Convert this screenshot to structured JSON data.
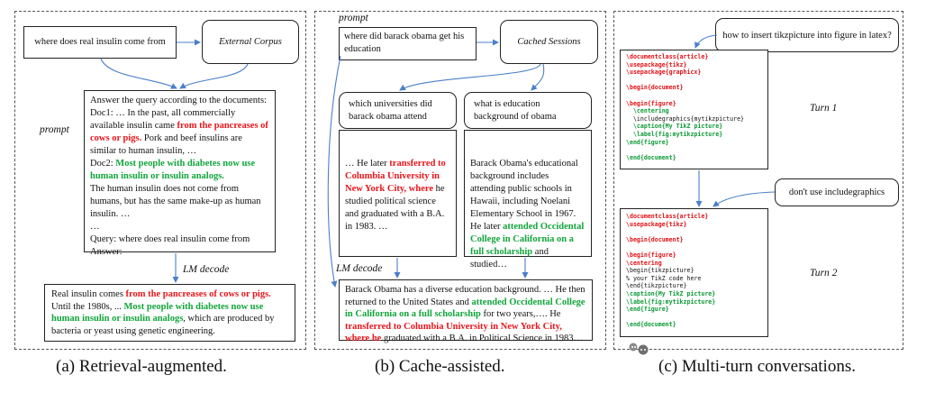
{
  "panel_a": {
    "query": "where does real insulin come from",
    "external_corpus": "External Corpus",
    "prompt_label": "prompt",
    "prompt_intro": "Answer the query according to the documents:",
    "doc1_a": "Doc1: … In the past, all commercially available insulin came ",
    "doc1_red": "from the pancreases of cows or pigs.",
    "doc1_b": " Pork and beef insulins are similar to human insulin, …",
    "doc2_a": "Doc2: ",
    "doc2_green": "Most people with diabetes now use human insulin or insulin analogs.",
    "doc2_b": "The human insulin does not come from humans, but has the same make-up as human insulin. …",
    "ellipsis": "…",
    "query_line": "Query: where does real insulin come from",
    "answer_label": "Answer:",
    "decode_label": "LM decode",
    "out_a": "Real insulin comes ",
    "out_red": "from the pancreases of cows or pigs.",
    "out_b": " Until the 1980s, ... ",
    "out_green": "Most people with diabetes now use human insulin or insulin analogs",
    "out_c": ", which are produced by bacteria or yeast using genetic engineering.",
    "caption": "(a) Retrieval-augmented."
  },
  "panel_b": {
    "prompt_label": "prompt",
    "query": "where did barack obama get his education",
    "cached_sessions": "Cached Sessions",
    "q1": "which universities did barack obama attend",
    "q2": "what is education background of obama",
    "c1_a": "… He later ",
    "c1_red": "transferred to Columbia University in New York City, where",
    "c1_b": " he studied political science and graduated with a B.A. in 1983. …",
    "c2_a": "Barack Obama's educational background includes attending public schools in Hawaii, including Noelani Elementary School in 1967. He later ",
    "c2_green": "attended Occidental College in California on a full scholarship",
    "c2_b": " and studied…",
    "decode_label": "LM decode",
    "out_a": "Barack Obama has a diverse education background. … He then returned to the United States and ",
    "out_green": "attended Occidental College in California on a full scholarship",
    "out_b": " for two years,…. He ",
    "out_red": "transferred to Columbia University in New York City, where he",
    "out_c": " graduated with a B.A. in Political Science in 1983…",
    "caption": "(b) Cache-assisted."
  },
  "panel_c": {
    "q1": "how to insert tikzpicture into figure in latex?",
    "q2": "don't use includegraphics",
    "turn1": "Turn 1",
    "turn2": "Turn 2",
    "code1": [
      {
        "t": "\\documentclass{article}",
        "c": "r"
      },
      {
        "t": "\\usepackage{tikz}",
        "c": "r"
      },
      {
        "t": "\\usepackage{graphicx}",
        "c": "r"
      },
      {
        "t": "",
        "c": "k"
      },
      {
        "t": "\\begin{document}",
        "c": "r"
      },
      {
        "t": "",
        "c": "k"
      },
      {
        "t": "\\begin{figure}",
        "c": "r"
      },
      {
        "t": "  \\centering",
        "c": "g"
      },
      {
        "t": "  \\includegraphics{mytikzpicture}",
        "c": "k"
      },
      {
        "t": "  \\caption{My TikZ picture}",
        "c": "g"
      },
      {
        "t": "  \\label{fig:mytikzpicture}",
        "c": "g"
      },
      {
        "t": "\\end{figure}",
        "c": "g"
      },
      {
        "t": "",
        "c": "k"
      },
      {
        "t": "\\end{document}",
        "c": "g"
      }
    ],
    "code2": [
      {
        "t": "\\documentclass{article}",
        "c": "r"
      },
      {
        "t": "\\usepackage{tikz}",
        "c": "r"
      },
      {
        "t": "",
        "c": "k"
      },
      {
        "t": "\\begin{document}",
        "c": "r"
      },
      {
        "t": "",
        "c": "k"
      },
      {
        "t": "\\begin{figure}",
        "c": "r"
      },
      {
        "t": "\\centering",
        "c": "r"
      },
      {
        "t": "\\begin{tikzpicture}",
        "c": "k"
      },
      {
        "t": "% your TikZ code here",
        "c": "k"
      },
      {
        "t": "\\end{tikzpicture}",
        "c": "k"
      },
      {
        "t": "\\caption{My TikZ picture}",
        "c": "g"
      },
      {
        "t": "\\label{fig:mytikzpicture}",
        "c": "g"
      },
      {
        "t": "\\end{figure}",
        "c": "g"
      },
      {
        "t": "",
        "c": "k"
      },
      {
        "t": "\\end{document}",
        "c": "g"
      }
    ],
    "caption": "(c) Multi-turn conversations."
  },
  "colors": {
    "red": "#e8151b",
    "green": "#12a53b",
    "arrow": "#4a7fc8"
  }
}
